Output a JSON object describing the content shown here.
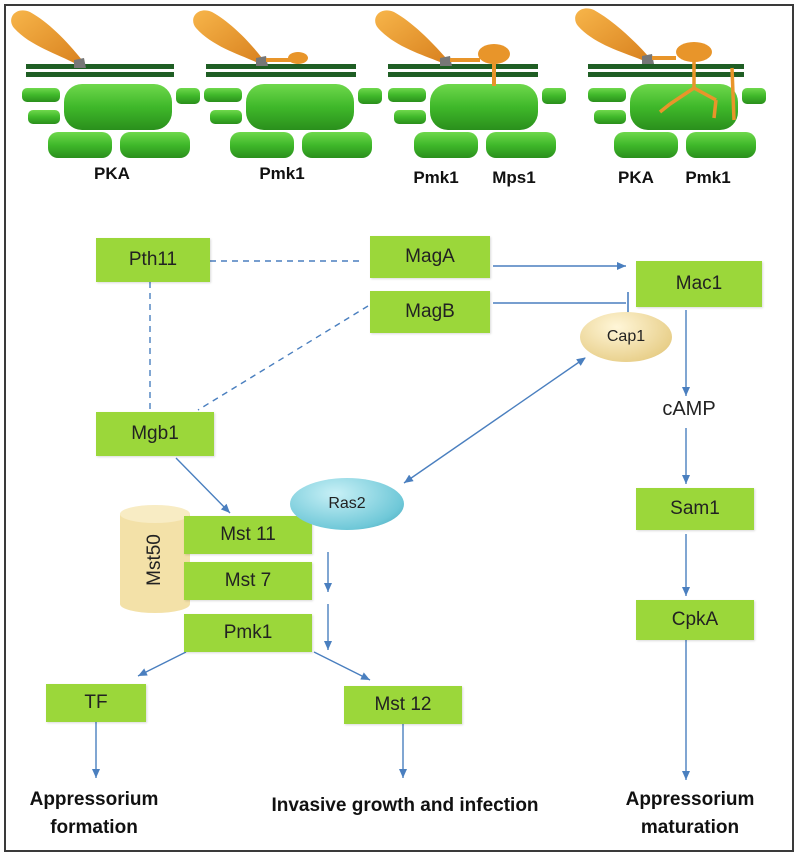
{
  "stage_labels": [
    "PKA",
    "Pmk1",
    "Pmk1",
    "Mps1",
    "PKA",
    "Pmk1"
  ],
  "nodes": {
    "pth11": "Pth11",
    "maga": "MagA",
    "magb": "MagB",
    "mac1": "Mac1",
    "cap1": "Cap1",
    "camp": "cAMP",
    "mgb1": "Mgb1",
    "ras2": "Ras2",
    "mst50": "Mst50",
    "mst11": "Mst 11",
    "mst7": "Mst 7",
    "pmk1": "Pmk1",
    "sam1": "Sam1",
    "cpka": "CpkA",
    "tf": "TF",
    "mst12": "Mst 12"
  },
  "outcomes": {
    "appressorium_formation": [
      "Appressorium",
      "formation"
    ],
    "invasive_growth": "Invasive growth and infection",
    "appressorium_maturation": [
      "Appressorium",
      "maturation"
    ]
  },
  "colors": {
    "box": "#9bd73a",
    "arrow": "#4a7fbf",
    "cell_green": "#3fb82a",
    "membrane": "#1f5e24",
    "spore_orange": "#e8952a",
    "cap1_fill": "#f0dca0",
    "ras2_fill": "#6fc8d8",
    "mst50_fill": "#f3e1a8"
  }
}
